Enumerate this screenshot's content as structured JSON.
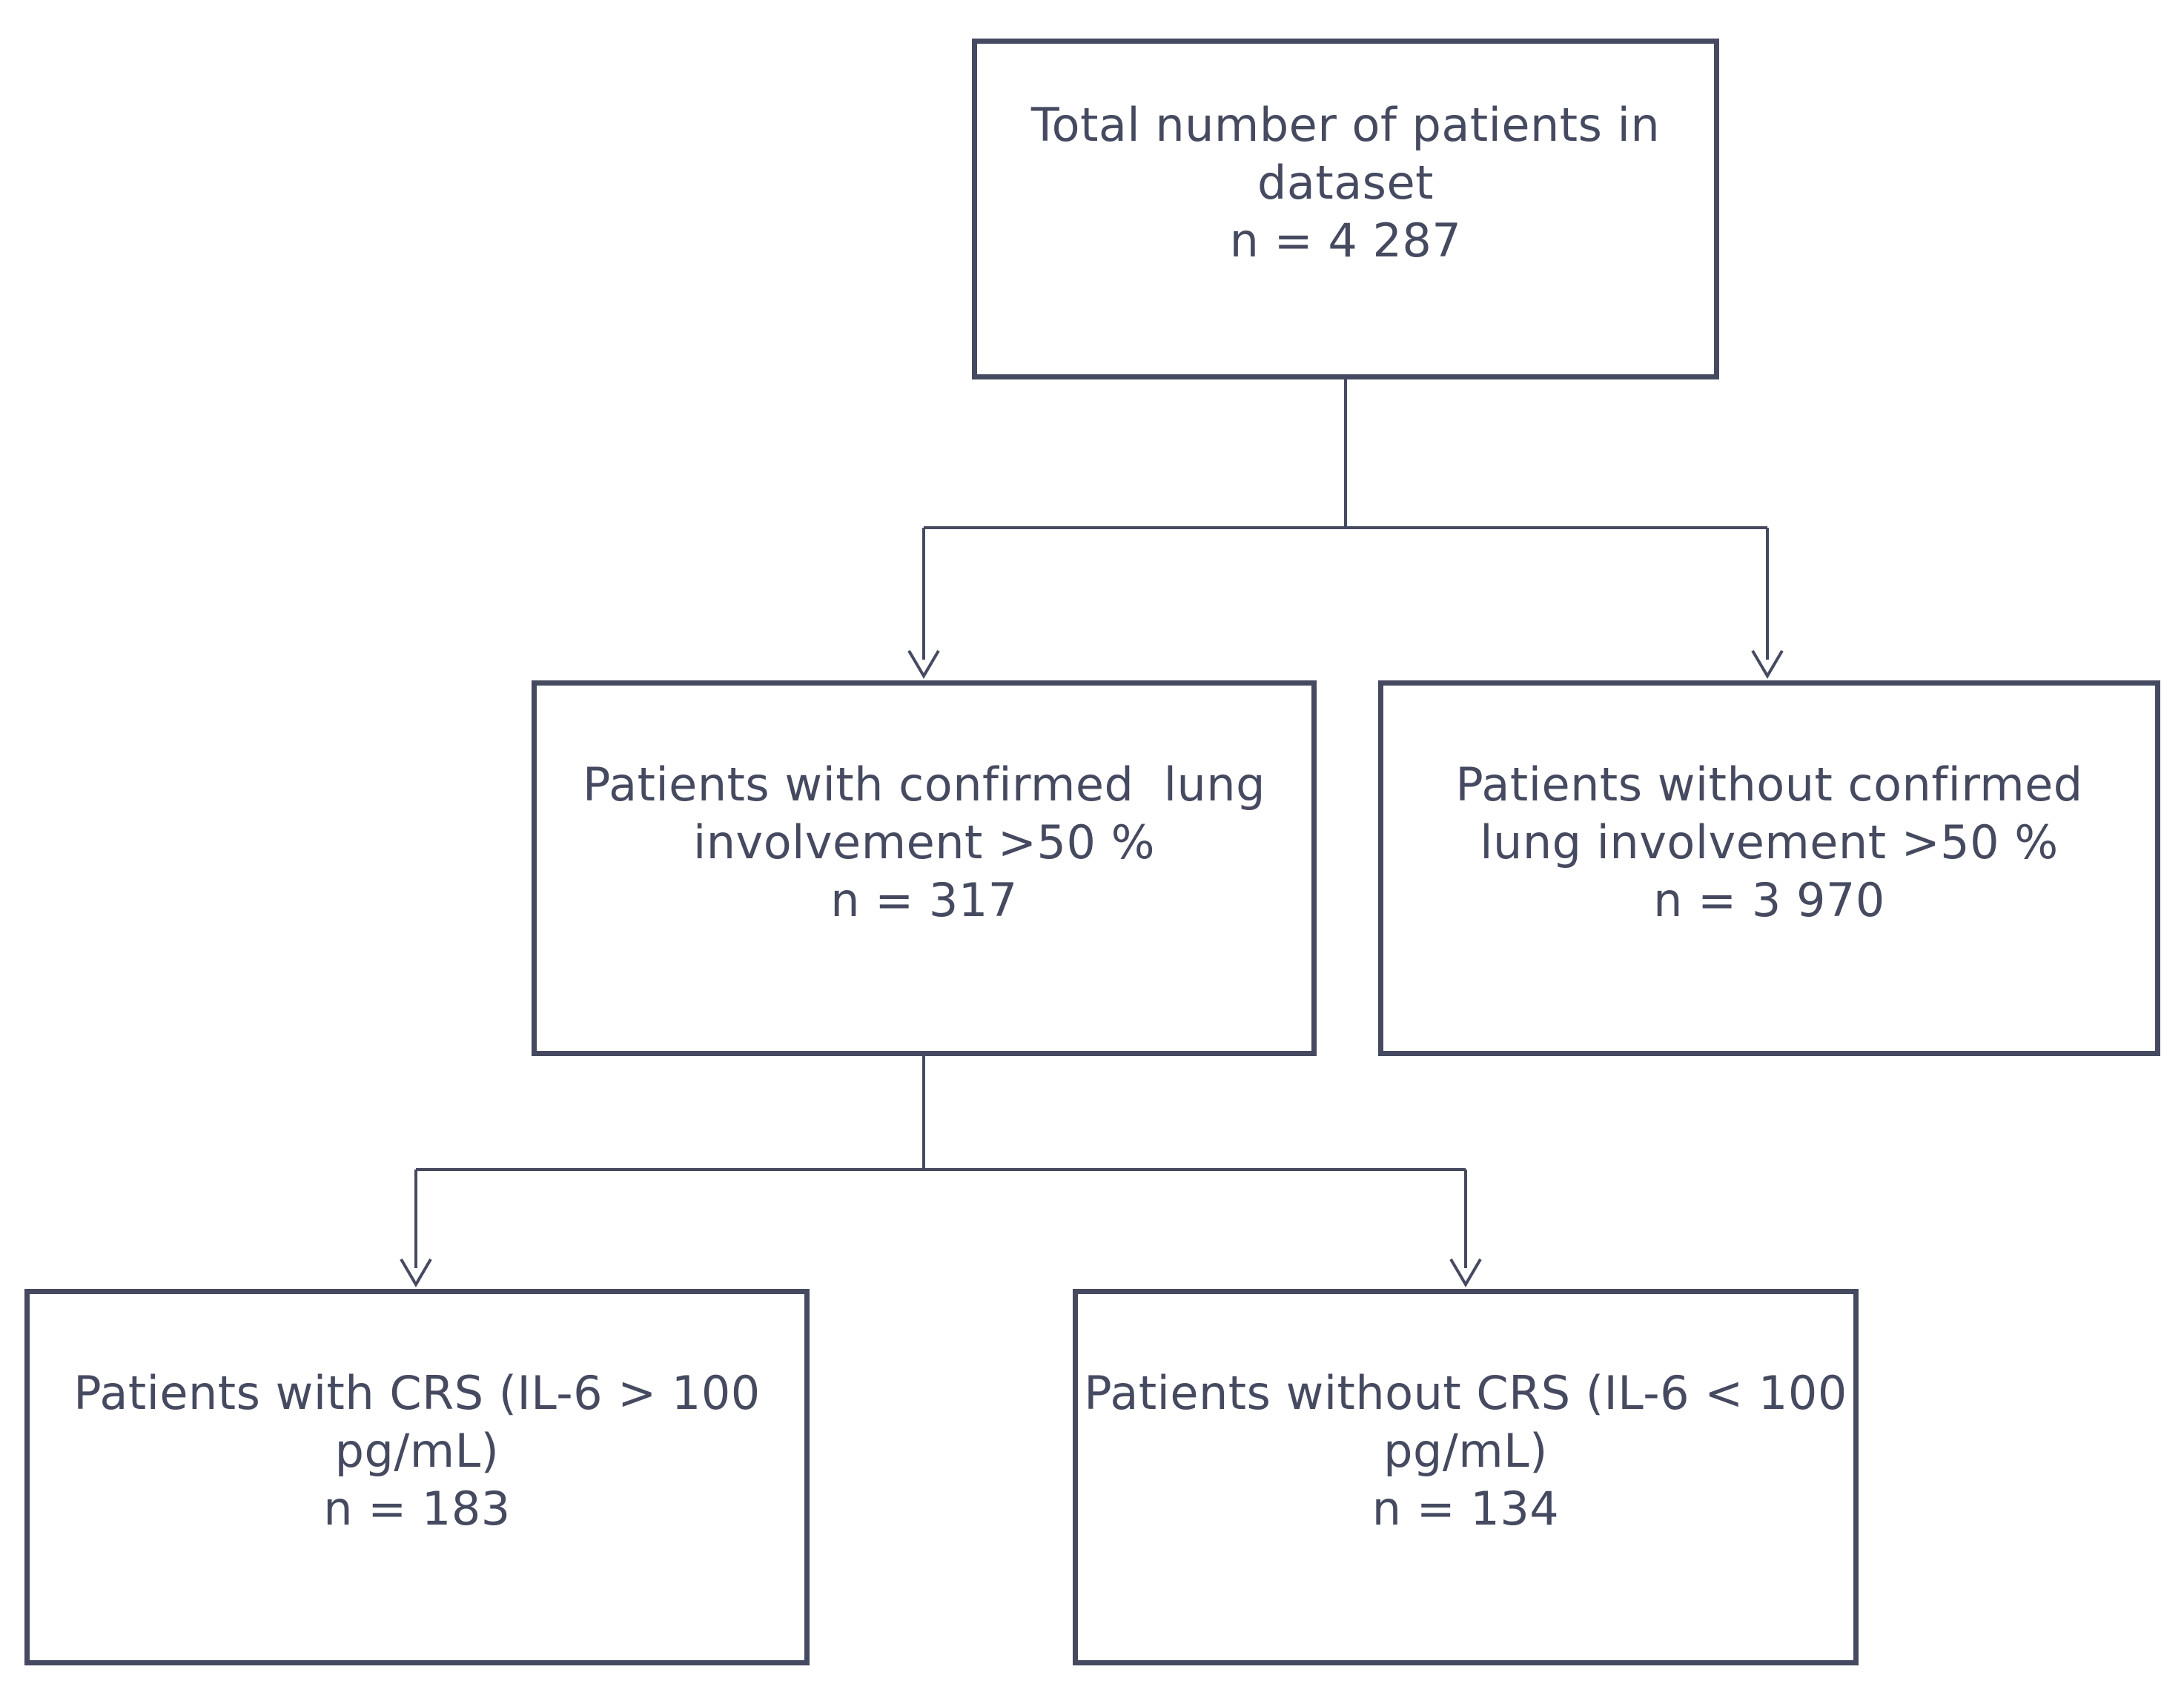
{
  "colors": {
    "stroke": "#464a60",
    "text": "#464a60",
    "background": "#ffffff"
  },
  "nodes": {
    "total": {
      "line1": "Total number of patients in",
      "line2": "dataset",
      "count": "n = 4 287"
    },
    "lung": {
      "line1": "Patients with confirmed  lung",
      "line2": "involvement >50 %",
      "count": "n = 317"
    },
    "nolung": {
      "line1": "Patients without confirmed",
      "line2": "lung involvement >50 %",
      "count": "n = 3 970"
    },
    "crs": {
      "line1": "Patients with CRS (IL-6 > 100",
      "line2": "pg/mL)",
      "count": "n = 183"
    },
    "nocrs": {
      "line1": "Patients without CRS (IL-6 < 100",
      "line2": "pg/mL)",
      "count": "n = 134"
    }
  }
}
